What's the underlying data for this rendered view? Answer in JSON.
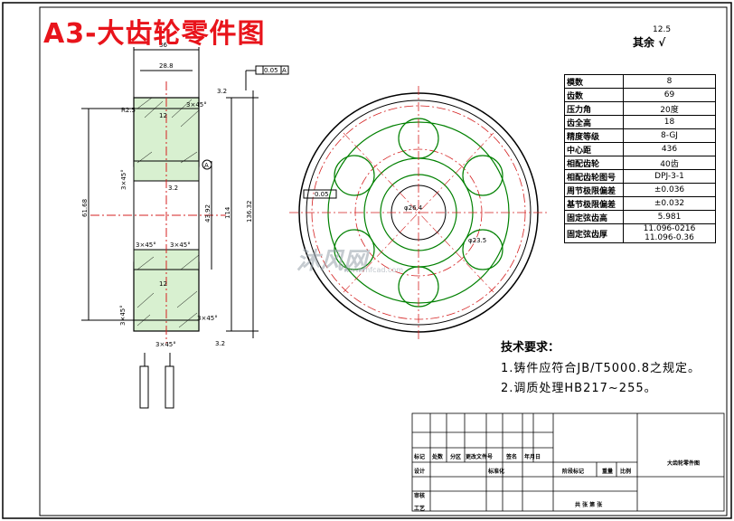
{
  "title": "A3-大齿轮零件图",
  "roughness": {
    "label": "其余",
    "value": "12.5"
  },
  "params": [
    {
      "k": "模数",
      "v": "8"
    },
    {
      "k": "齿数",
      "v": "69"
    },
    {
      "k": "压力角",
      "v": "20度"
    },
    {
      "k": "齿全高",
      "v": "18"
    },
    {
      "k": "精度等级",
      "v": "8-GJ"
    },
    {
      "k": "中心距",
      "v": "436"
    },
    {
      "k": "相配齿轮",
      "v": "40齿"
    },
    {
      "k": "相配齿轮图号",
      "v": "DPJ-3-1"
    },
    {
      "k": "周节极限偏差",
      "v": "±0.036"
    },
    {
      "k": "基节极限偏差",
      "v": "±0.032"
    },
    {
      "k": "固定弦齿高",
      "v": "5.981"
    },
    {
      "k": "固定弦齿厚",
      "v": "11.096-0216",
      "v2": "11.096-0.36"
    }
  ],
  "tech": {
    "heading": "技术要求：",
    "lines": [
      "1.铸件应符合JB/T5000.8之规定。",
      "2.调质处理HB217~255。"
    ]
  },
  "titleblock": {
    "row_labels": [
      "标记",
      "处数",
      "分区",
      "更改文件号",
      "签名",
      "年月日"
    ],
    "design": "设计",
    "standard": "标准化",
    "review": "审核",
    "process": "工艺",
    "stage": "阶段标记",
    "weight": "重量",
    "scale": "比例",
    "sheets": "共 张 第 张",
    "name": "大齿轮零件图"
  },
  "dims": {
    "d1": "36",
    "d2": "28.8",
    "d3": "12",
    "d4": "12",
    "chamfer": "3×45°",
    "radius": "R2.5",
    "v1": "61.68",
    "v2": "43.92",
    "v3": "114",
    "v4": "136.32",
    "tol1": "0.05",
    "datum": "A",
    "ra": "3.2",
    "hole": "φ26.4",
    "dia": "φ23.5"
  },
  "watermark": {
    "text": "沐风网",
    "url": "www.mfcad.com"
  }
}
